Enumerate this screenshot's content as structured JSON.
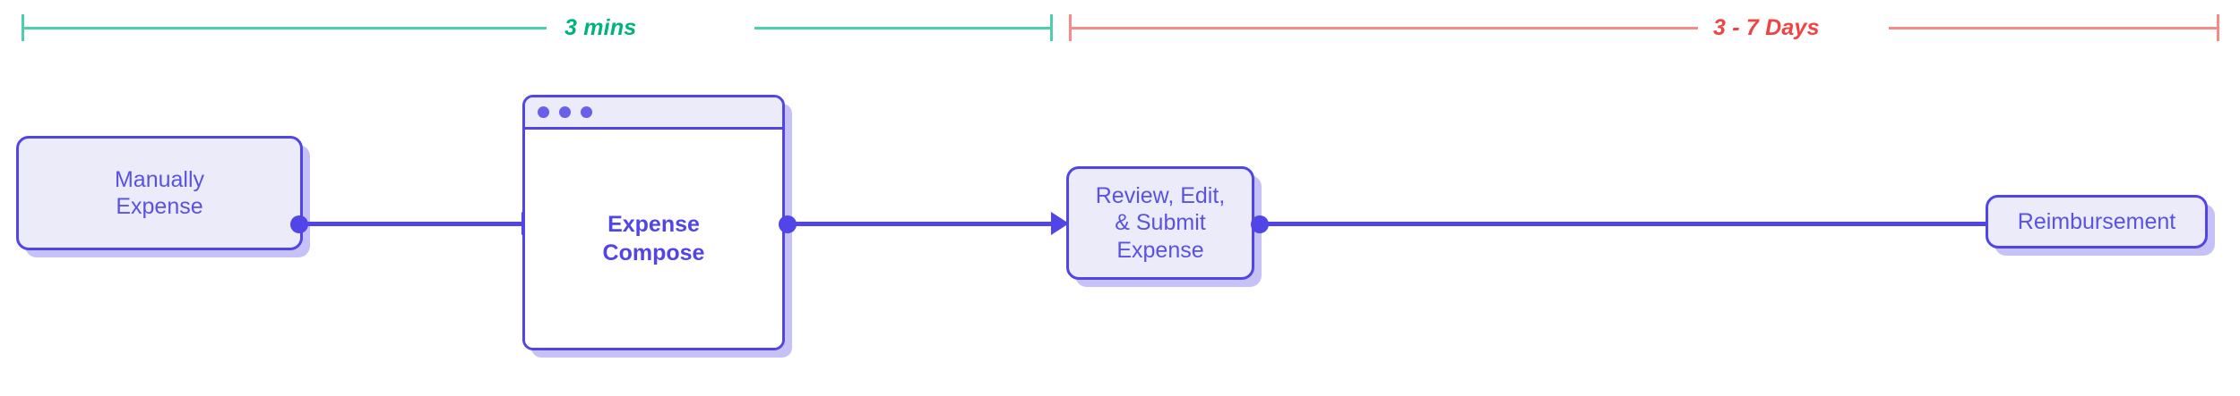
{
  "diagram": {
    "title": "Expense reimbursement workflow timeline",
    "colors": {
      "node_border": "#5145e8",
      "node_fill": "#ecebfa",
      "node_text": "#5a52e0",
      "connector": "#5145e8",
      "timeline_green": "#00b37e",
      "timeline_green_line": "#4ecdaf",
      "timeline_red": "#ef4444",
      "timeline_red_line": "#f58a88",
      "browser_dot": "#6a5fe8"
    }
  },
  "timeline": {
    "segments": [
      {
        "id": "fast",
        "label": "3 mins",
        "color": "#00b37e"
      },
      {
        "id": "slow",
        "label": "3 - 7 Days",
        "color": "#ef4444"
      }
    ]
  },
  "nodes": [
    {
      "id": "manually-expense",
      "label": "Manually\nExpense",
      "type": "rounded-box"
    },
    {
      "id": "expense-compose",
      "label": "Expense\nCompose",
      "type": "browser-window"
    },
    {
      "id": "review-submit",
      "label": "Review, Edit,\n& Submit\nExpense",
      "type": "rounded-box"
    },
    {
      "id": "reimbursement",
      "label": "Reimbursement",
      "type": "rounded-box"
    }
  ],
  "browser": {
    "dots": [
      "dot-1",
      "dot-2",
      "dot-3"
    ]
  },
  "connectors": [
    {
      "id": "c1",
      "from": "manually-expense",
      "to": "expense-compose"
    },
    {
      "id": "c2",
      "from": "expense-compose",
      "to": "review-submit"
    },
    {
      "id": "c3",
      "from": "review-submit",
      "to": "reimbursement"
    }
  ]
}
